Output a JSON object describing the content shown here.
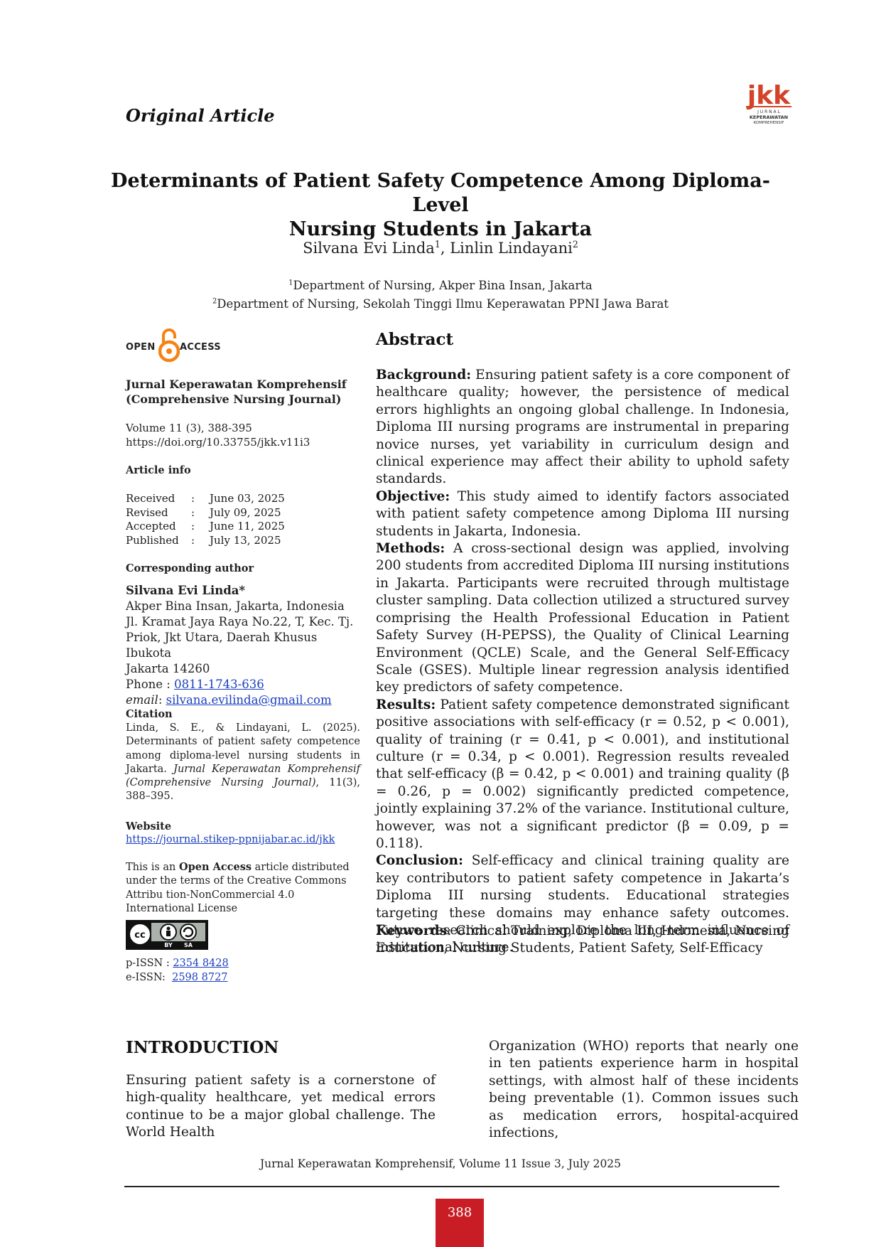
{
  "header": {
    "article_type": "Original Article",
    "logo_text": "jkk",
    "logo_sub1": "J U R N A L",
    "logo_sub2": "KEPERAWATAN",
    "logo_sub3": "KOMPREHENSIF"
  },
  "title_line1": "Determinants of Patient Safety Competence Among Diploma-Level",
  "title_line2": "Nursing Students in Jakarta",
  "authors": {
    "a1": "Silvana Evi Linda",
    "a1_sup": "1",
    "sep": ", ",
    "a2": "Linlin Lindayani",
    "a2_sup": "2"
  },
  "affiliations": [
    {
      "sup": "1",
      "text": "Department of Nursing, Akper Bina Insan, Jakarta"
    },
    {
      "sup": "2",
      "text": "Department of Nursing, Sekolah Tinggi Ilmu Keperawatan PPNI Jawa Barat"
    }
  ],
  "sidebar": {
    "open_label": "OPEN",
    "access_label": "ACCESS",
    "journal_line1": "Jurnal Keperawatan Komprehensif",
    "journal_line2": "(Comprehensive Nursing Journal)",
    "volume": "Volume 11 (3), 388-395",
    "doi": "https://doi.org/10.33755/jkk.v11i3",
    "article_info_heading": "Article info",
    "dates": [
      {
        "label": "Received",
        "sep": ":",
        "value": "June 03, 2025"
      },
      {
        "label": "Revised",
        "sep": ":",
        "value": "July 09, 2025"
      },
      {
        "label": "Accepted",
        "sep": ":",
        "value": "June 11, 2025"
      },
      {
        "label": "Published",
        "sep": ":",
        "value": "July 13, 2025"
      }
    ],
    "corr_heading": "Corresponding author",
    "corr_name": "Silvana Evi Linda*",
    "corr_addr1": "Akper Bina Insan, Jakarta, Indonesia",
    "corr_addr2": "Jl. Kramat Jaya Raya No.22, T, Kec. Tj.",
    "corr_addr3": "Priok, Jkt Utara, Daerah Khusus Ibukota",
    "corr_addr4": "Jakarta 14260",
    "phone_label": "Phone : ",
    "phone": "0811-1743-636",
    "email_label": "email",
    "email_sep": ": ",
    "email": "silvana.evilinda@gmail.com",
    "citation_heading": "Citation",
    "citation_text": "Linda, S. E., & Lindayani, L. (2025). Determinants of patient safety competence among diploma-level nursing students in Jakarta.",
    "citation_journal": "Jurnal Keperawatan Komprehensif (Comprehensive Nursing Journal)",
    "citation_tail": ", 11(3), 388–395.",
    "website_heading": "Website",
    "website": "https://journal.stikep-ppnijabar.ac.id/jkk",
    "license_pre": "This is an ",
    "license_bold": "Open Access",
    "license_post": " article distributed under the terms of the Creative Commons Attribu tion-NonCommercial 4.0 International License",
    "cc_by": "BY",
    "cc_sa": "SA",
    "pissn_label": "p-ISSN : ",
    "pissn": "2354 8428",
    "eissn_label": "e-ISSN:  ",
    "eissn": "2598 8727"
  },
  "abstract": {
    "heading": "Abstract",
    "background_label": "Background:",
    "background": " Ensuring patient safety is a core component of healthcare quality; however, the persistence of medical errors highlights an ongoing global challenge. In Indonesia, Diploma III nursing programs are instrumental in preparing novice nurses, yet variability in curriculum design and clinical experience may affect their ability to uphold safety standards.",
    "objective_label": "Objective:",
    "objective": " This study aimed to identify factors associated with patient safety competence among Diploma III nursing students in Jakarta, Indonesia.",
    "methods_label": "Methods:",
    "methods": " A cross-sectional design was applied, involving 200 students from accredited Diploma III nursing institutions in Jakarta. Participants were recruited through multistage cluster sampling. Data collection utilized a structured survey comprising the Health Professional Education in Patient Safety Survey (H-PEPSS), the Quality of Clinical Learning Environment (QCLE) Scale, and the General Self-Efficacy Scale (GSES). Multiple linear regression analysis identified key predictors of safety competence.",
    "results_label": "Results:",
    "results": " Patient safety competence demonstrated significant positive associations with self-efficacy (r = 0.52, p < 0.001), quality of training (r = 0.41, p < 0.001), and institutional culture (r = 0.34, p < 0.001). Regression results revealed that self-efficacy (β = 0.42, p < 0.001) and training quality (β = 0.26, p = 0.002) significantly predicted competence, jointly explaining 37.2% of the variance. Institutional culture, however, was not a significant predictor (β = 0.09, p = 0.118).",
    "conclusion_label": "Conclusion:",
    "conclusion": " Self-efficacy and clinical training quality are key contributors to patient safety competence in Jakarta’s Diploma III nursing students. Educational strategies targeting these domains may enhance safety outcomes. Future research should explore the long-term influence of institutional culture.",
    "keywords_label": "Keywords",
    "keywords": ": Clinical Training, Diploma III, Indonesia, Nursing Education, Nursing Students, Patient Safety, Self-Efficacy"
  },
  "introduction": {
    "heading": "INTRODUCTION",
    "left_text": "Ensuring patient safety is a cornerstone of high-quality healthcare, yet medical errors continue to be a major global challenge. The World Health",
    "right_text": "Organization (WHO) reports that nearly one in ten patients experience harm in hospital settings, with almost half of these incidents being preventable (1). Common issues such as medication errors, hospital-acquired infections,"
  },
  "footer": {
    "journal_issue": "Jurnal Keperawatan Komprehensif, Volume 11 Issue 3, July 2025",
    "page_number": "388"
  },
  "colors": {
    "accent_red": "#c81d25",
    "link_blue": "#1a3fbf",
    "oa_orange": "#f68212"
  }
}
